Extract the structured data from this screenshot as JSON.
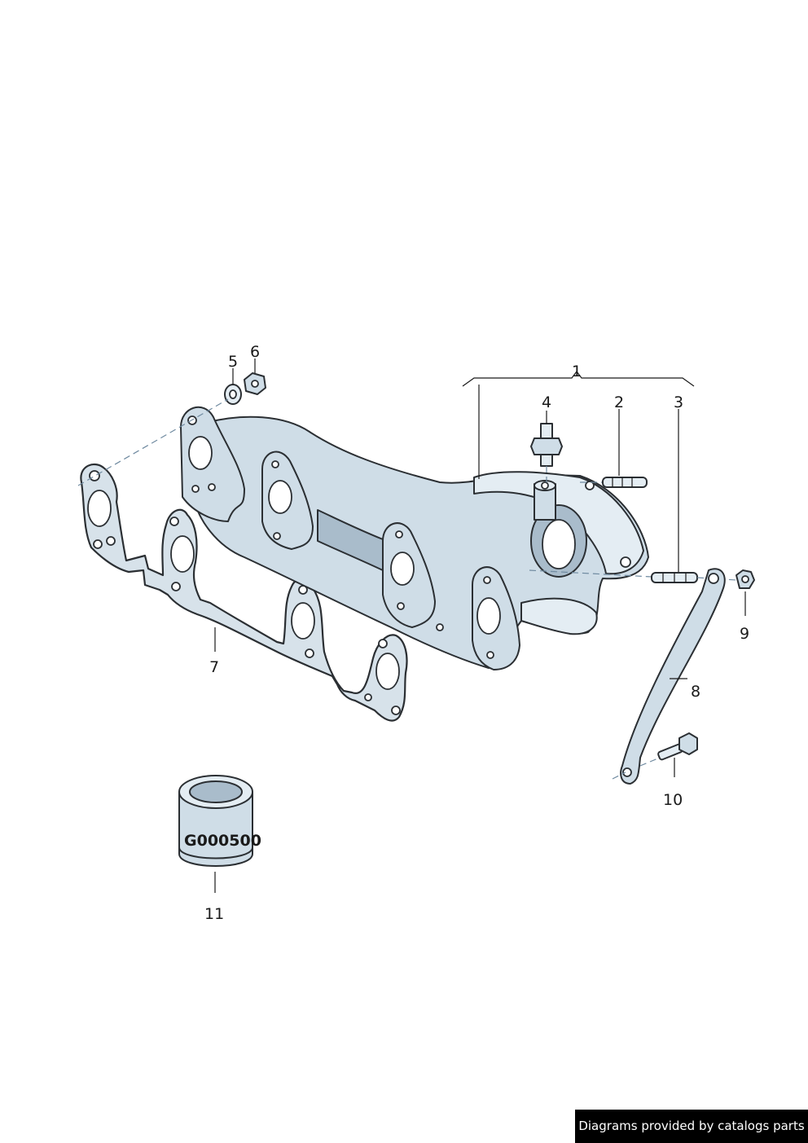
{
  "callouts": {
    "c1": "1",
    "c2": "2",
    "c3": "3",
    "c4": "4",
    "c5": "5",
    "c6": "6",
    "c7": "7",
    "c8": "8",
    "c9": "9",
    "c10": "10",
    "c11": "11"
  },
  "part_labels": {
    "sleeve_code": "G000500"
  },
  "footer": {
    "credit": "Diagrams provided by catalogs parts"
  },
  "colors": {
    "metal": "#cfdde7",
    "outline": "#2b2f33",
    "credit_background": "#000000",
    "credit_text": "#ffffff"
  }
}
